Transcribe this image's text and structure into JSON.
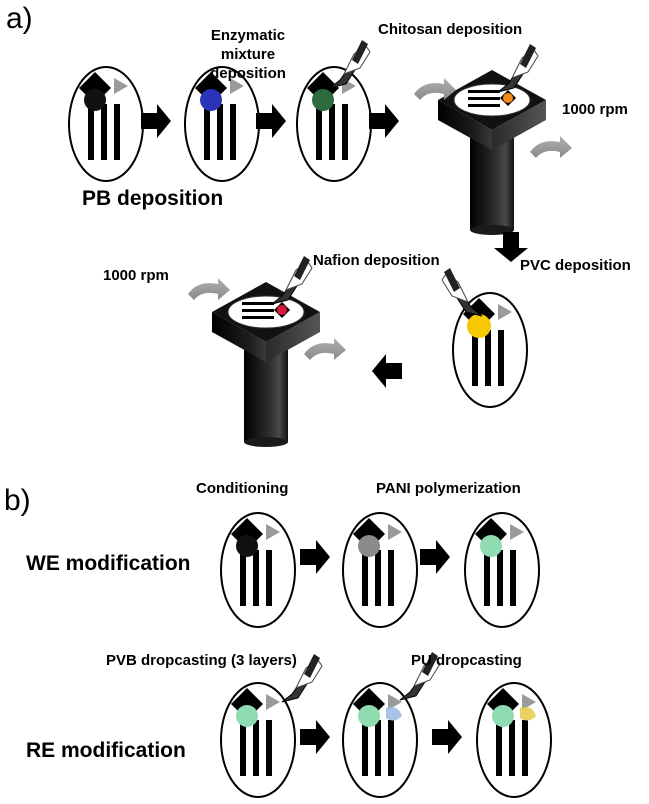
{
  "panel_a": {
    "label": "a)",
    "steps": {
      "pb": "PB deposition",
      "enzymatic": "Enzymatic mixture deposition",
      "chitosan": "Chitosan deposition",
      "pvc": "PVC deposition",
      "nafion": "Nafion deposition"
    },
    "spin_speed": "1000 rpm",
    "drop_colors": {
      "pb": "#111111",
      "enzymatic": "#2a34b8",
      "chitosan": "#2e6b3f",
      "chitosan_spin": "#f08a1a",
      "pvc": "#f5c800",
      "nafion": "#d81a3a"
    }
  },
  "panel_b": {
    "label": "b)",
    "rows": {
      "we": "WE modification",
      "re": "RE modification"
    },
    "steps": {
      "conditioning": "Conditioning",
      "pani": "PANI polymerization",
      "pvb": "PVB dropcasting (3 layers)",
      "pu": "PU dropcasting"
    },
    "drop_colors": {
      "we_initial": "#111111",
      "conditioning": "#8a8a8a",
      "pani": "#8fdcb0",
      "re_pvb": "#8fdcb0",
      "re_pvb_ref": "#9ab8e0",
      "re_pu_ref": "#e8c84a"
    }
  }
}
